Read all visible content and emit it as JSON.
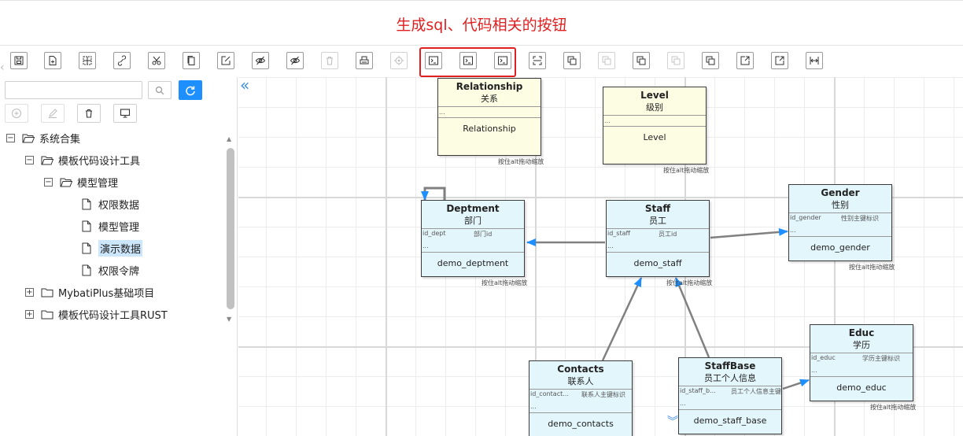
{
  "banner": {
    "text": "生成sql、代码相关的按钮",
    "color": "#e02020"
  },
  "toolbar": {
    "items": [
      {
        "icon": "save-icon"
      },
      {
        "icon": "new-file-icon"
      },
      {
        "icon": "grid-icon"
      },
      {
        "icon": "unlink-icon"
      },
      {
        "icon": "scissors-icon"
      },
      {
        "icon": "copy-icon"
      },
      {
        "icon": "edit-icon"
      },
      {
        "icon": "hide-icon"
      },
      {
        "icon": "hide-icon"
      },
      {
        "icon": "trash-icon",
        "disabled": true
      },
      {
        "icon": "print-icon"
      },
      {
        "icon": "locate-icon",
        "disabled": true
      },
      {
        "icon": "terminal-icon"
      },
      {
        "icon": "terminal-icon"
      },
      {
        "icon": "terminal-icon"
      },
      {
        "icon": "fit-icon"
      },
      {
        "icon": "layer-icon"
      },
      {
        "icon": "layer-icon",
        "disabled": true
      },
      {
        "icon": "layer-icon"
      },
      {
        "icon": "layer-icon",
        "disabled": true
      },
      {
        "icon": "layer-icon"
      },
      {
        "icon": "export-icon"
      },
      {
        "icon": "export-icon"
      },
      {
        "icon": "width-icon"
      }
    ]
  },
  "sidebar": {
    "search": {
      "value": "",
      "placeholder": ""
    },
    "tree": [
      {
        "label": "系统合集",
        "level": 0,
        "type": "folder",
        "expander": "−"
      },
      {
        "label": "模板代码设计工具",
        "level": 1,
        "type": "folder",
        "expander": "−"
      },
      {
        "label": "模型管理",
        "level": 2,
        "type": "folder",
        "expander": "−"
      },
      {
        "label": "权限数据",
        "level": 3,
        "type": "file"
      },
      {
        "label": "模型管理",
        "level": 3,
        "type": "file"
      },
      {
        "label": "演示数据",
        "level": 3,
        "type": "file",
        "selected": true
      },
      {
        "label": "权限令牌",
        "level": 3,
        "type": "file"
      },
      {
        "label": "MybatiPlus基础项目",
        "level": 1,
        "type": "folder-closed",
        "expander": "+"
      },
      {
        "label": "模板代码设计工具RUST",
        "level": 1,
        "type": "folder-closed",
        "expander": "+"
      }
    ]
  },
  "canvas": {
    "hint_text": "按住alt拖动缩放",
    "entities": [
      {
        "id": "relationship",
        "name": "Relationship",
        "cn": "关系",
        "key": "",
        "key_cn": "",
        "dots": "...",
        "table": "Relationship",
        "color": "yellow"
      },
      {
        "id": "level",
        "name": "Level",
        "cn": "级别",
        "key": "",
        "key_cn": "",
        "dots": "...",
        "table": "Level",
        "color": "yellow"
      },
      {
        "id": "deptment",
        "name": "Deptment",
        "cn": "部门",
        "key": "id_dept",
        "key_cn": "部门id",
        "dots": "...",
        "table": "demo_deptment",
        "color": "blue"
      },
      {
        "id": "staff",
        "name": "Staff",
        "cn": "员工",
        "key": "id_staff",
        "key_cn": "员工id",
        "dots": "...",
        "table": "demo_staff",
        "color": "blue"
      },
      {
        "id": "gender",
        "name": "Gender",
        "cn": "性别",
        "key": "id_gender",
        "key_cn": "性别主键标识",
        "dots": "...",
        "table": "demo_gender",
        "color": "blue"
      },
      {
        "id": "educ",
        "name": "Educ",
        "cn": "学历",
        "key": "id_educ",
        "key_cn": "学历主键标识",
        "dots": "...",
        "table": "demo_educ",
        "color": "blue"
      },
      {
        "id": "contacts",
        "name": "Contacts",
        "cn": "联系人",
        "key": "id_contact...",
        "key_cn": "联系人主键标识",
        "dots": "...",
        "table": "demo_contacts",
        "color": "blue"
      },
      {
        "id": "staffbase",
        "name": "StaffBase",
        "cn": "员工个人信息",
        "key": "id_staff_b...",
        "key_cn": "员工个人信息主键",
        "dots": "...",
        "table": "demo_staff_base",
        "color": "blue"
      }
    ]
  }
}
